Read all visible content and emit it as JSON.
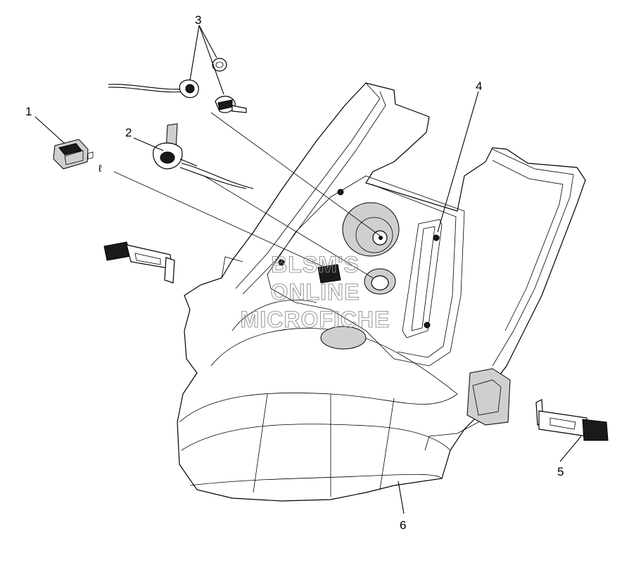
{
  "callouts": {
    "c1": "1",
    "c2": "2",
    "c3": "3",
    "c4": "4",
    "c5": "5",
    "c6": "6"
  },
  "watermark": {
    "line1": "BLSM'S",
    "line2": "ONLINE",
    "line3": "MICROFICHE"
  }
}
